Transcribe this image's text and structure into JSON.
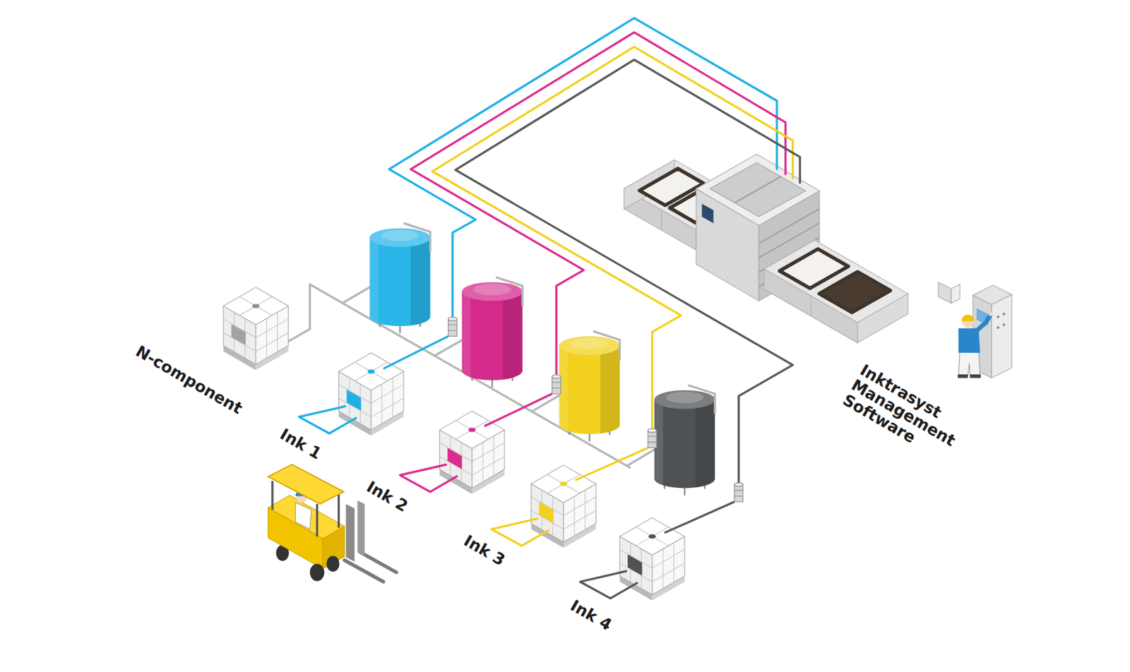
{
  "diagram": {
    "labels": [
      "N-component",
      "Ink 1",
      "Ink 2",
      "Ink 3",
      "Ink 4",
      "Inktrasyst Management Software"
    ]
  }
}
